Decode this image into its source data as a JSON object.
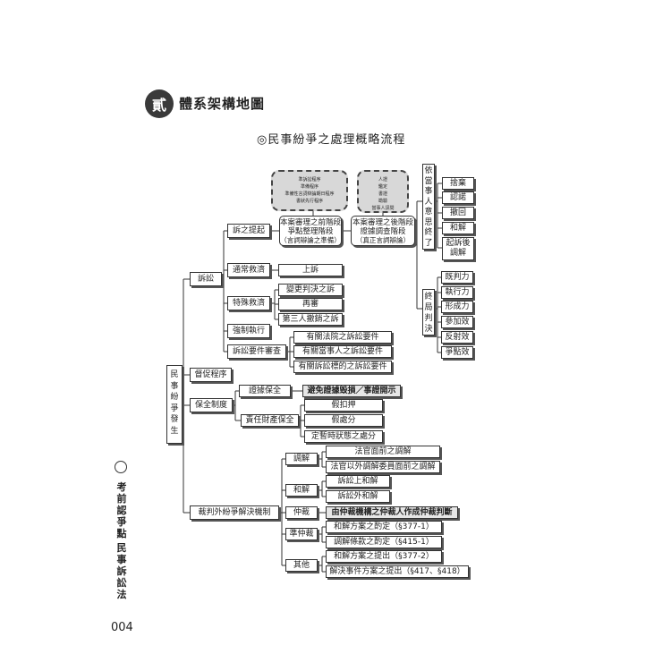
{
  "header": {
    "badge": "貳",
    "section_title": "體系架構地圖",
    "subtitle": "◎民事紛爭之處理概略流程"
  },
  "root": {
    "label": [
      "民",
      "事",
      "紛",
      "爭",
      "發",
      "生"
    ]
  },
  "level1": {
    "litigation": "訴訟",
    "summons": "督促程序",
    "preservation": "保全制度",
    "adr": "裁判外紛爭解決機制"
  },
  "litigation_branches": {
    "filing": "訴之提起",
    "appeal": "通常救濟",
    "special": "特殊救濟",
    "enforcement": "強制執行",
    "requirements_review": "訴訟要件審查"
  },
  "stages": {
    "pre": {
      "line1": "本案審理之前階段",
      "line2": "爭點整理階段",
      "line3": "（言詞辯論之準備）"
    },
    "post": {
      "line1": "本案審理之後階段",
      "line2": "證據調查階段",
      "line3": "（真正言詞辯論）"
    }
  },
  "pre_procedures": [
    "準訴訟程序",
    "準備程序",
    "準備性言詞辯論期日程序",
    "書狀先行程序"
  ],
  "post_procedures": [
    "人證",
    "鑑定",
    "書證",
    "勘驗",
    "當事人訊問"
  ],
  "termination": {
    "by_will": [
      "依",
      "當",
      "事",
      "人",
      "意",
      "思",
      "終",
      "了"
    ],
    "by_will_items": [
      "捨棄",
      "認諾",
      "撤回",
      "和解",
      "起訴後調解"
    ],
    "by_judgment": [
      "終",
      "局",
      "判",
      "決"
    ],
    "judgment_effects": [
      "既判力",
      "執行力",
      "形成力",
      "參加效",
      "反射效",
      "爭點效"
    ]
  },
  "appeal_item": "上訴",
  "special_items": [
    "變更判決之訴",
    "再審",
    "第三人撤銷之訴"
  ],
  "requirements_items": [
    "有關法院之訴訟要件",
    "有關當事人之訴訟要件",
    "有關訴訟標的之訴訟要件"
  ],
  "preservation_branches": {
    "evidence": "證據保全",
    "evidence_item": "避免證據毀損／事證開示",
    "property": "責任財產保全",
    "property_items": [
      "假扣押",
      "假處分",
      "定暫時狀態之處分"
    ]
  },
  "adr_branches": {
    "mediation": "調解",
    "mediation_items": [
      "法官面前之調解",
      "法官以外調解委員面前之調解"
    ],
    "settlement": "和解",
    "settlement_items": [
      "訴訟上和解",
      "訴訟外和解"
    ],
    "arbitration": "仲裁",
    "arbitration_item": "由仲裁機構之仲裁人作成仲裁判斷",
    "quasi": "準仲裁",
    "quasi_items": [
      "和解方案之酌定（§377-1）",
      "調解條款之酌定（§415-1）"
    ],
    "others": "其他",
    "others_items": [
      "和解方案之提出（§377-2）",
      "解決事件方案之提出（§417、§418）"
    ]
  },
  "sidebar": {
    "book": [
      "考",
      "前",
      "認",
      "爭",
      "點"
    ],
    "subject": [
      "民",
      "事",
      "訴",
      "訟",
      "法"
    ]
  },
  "page_number": "004"
}
